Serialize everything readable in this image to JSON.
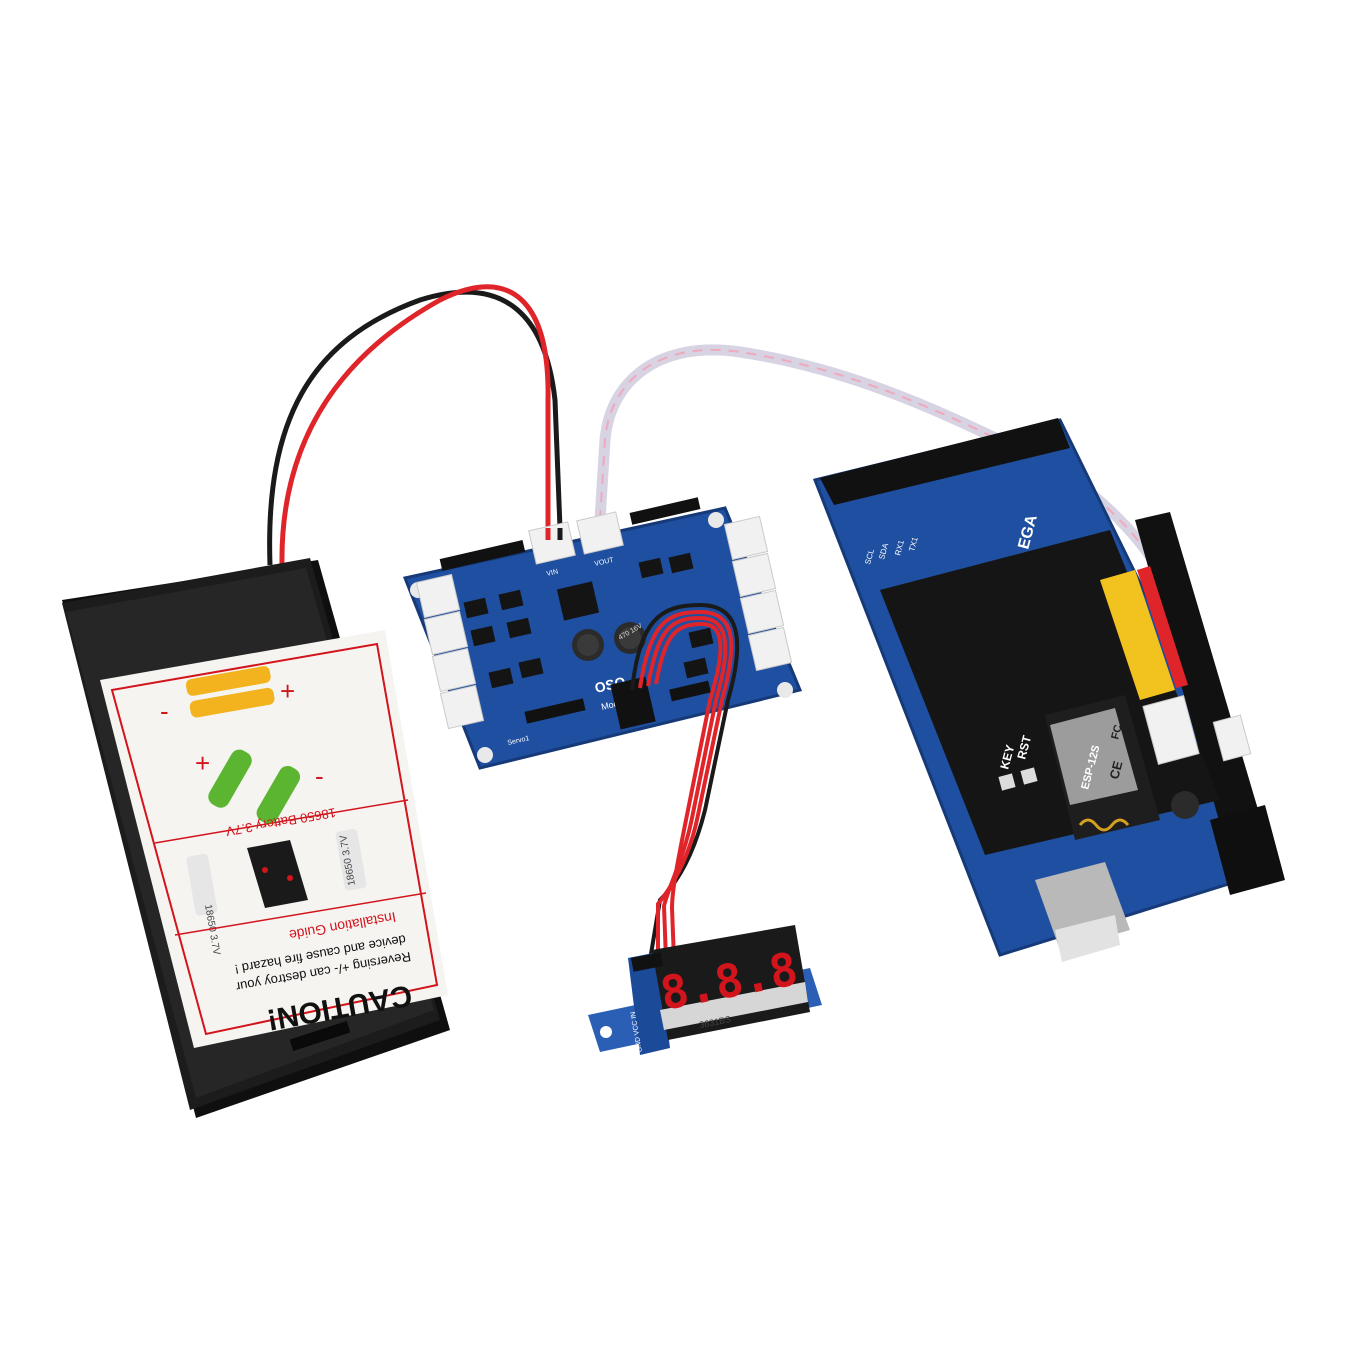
{
  "battery_box": {
    "caution_title": "CAUTION!",
    "warning_line1": "Reversing +/- can destroy your",
    "warning_line2": "device and cause fire hazard !",
    "installation_guide": "Installation Guide",
    "battery_label": "18650 Battery 3.7V",
    "cell_label": "18650 3.7V",
    "plus_sign": "+",
    "minus_sign": "-"
  },
  "servo_driver_board": {
    "brand_text": "OSO",
    "model_text": "Mode",
    "header_label_vin": "VIN",
    "header_label_vout": "VOUT",
    "servo_label": "Servo1",
    "capacitor_label": "470 16V"
  },
  "voltmeter": {
    "display_digits": "8.8.8",
    "model_code": "3631BS",
    "pin_labels": "GND VCC IN"
  },
  "mega_board": {
    "silkscreen_text": "EGA",
    "key_label": "KEY",
    "rst_label": "RST",
    "wifi_module_label": "ESP-12S",
    "ce_mark": "CE",
    "fcc_mark": "FC",
    "pin_labels": [
      "SDA",
      "SCL",
      "RX1",
      "TX1"
    ]
  },
  "colors": {
    "board_blue": "#1f4fa0",
    "wire_red": "#e0252a",
    "wire_black": "#1a1a1a",
    "battery_box_black": "#1c1c1c",
    "display_red": "#d2141c"
  }
}
